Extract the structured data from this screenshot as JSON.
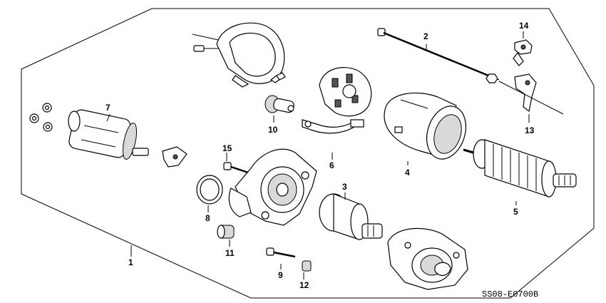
{
  "callouts": [
    {
      "id": "1",
      "label": "1"
    },
    {
      "id": "2",
      "label": "2"
    },
    {
      "id": "3",
      "label": "3"
    },
    {
      "id": "4",
      "label": "4"
    },
    {
      "id": "5",
      "label": "5"
    },
    {
      "id": "6",
      "label": "6"
    },
    {
      "id": "7",
      "label": "7"
    },
    {
      "id": "8",
      "label": "8"
    },
    {
      "id": "9",
      "label": "9"
    },
    {
      "id": "10",
      "label": "10"
    },
    {
      "id": "11",
      "label": "11"
    },
    {
      "id": "12",
      "label": "12"
    },
    {
      "id": "13",
      "label": "13"
    },
    {
      "id": "14",
      "label": "14"
    },
    {
      "id": "15",
      "label": "15"
    }
  ],
  "diagram_code": "SS08-E0700B"
}
